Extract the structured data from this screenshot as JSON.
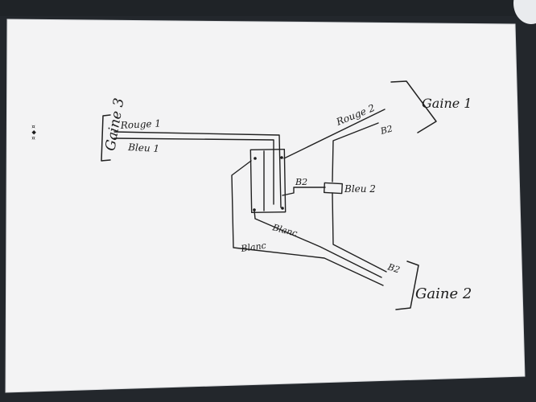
{
  "photo": {
    "background_color": "#23272c",
    "paper_color": "#f3f3f4",
    "ink_color": "#1b1b1b"
  },
  "labels": {
    "gaine_1": "Gaine 1",
    "gaine_2": "Gaine 2",
    "gaine_3": "Gaine 3",
    "rouge_1": "Rouge 1",
    "bleu_1": "Bleu 1",
    "rouge_2": "Rouge 2",
    "bleu_2": "Bleu 2",
    "b2_top": "B2",
    "b2_mid": "B2",
    "b2_bottom": "B2",
    "blanc_1": "Blanc",
    "blanc_2": "Blanc"
  },
  "side_mark": "¤ ◆ ¤"
}
